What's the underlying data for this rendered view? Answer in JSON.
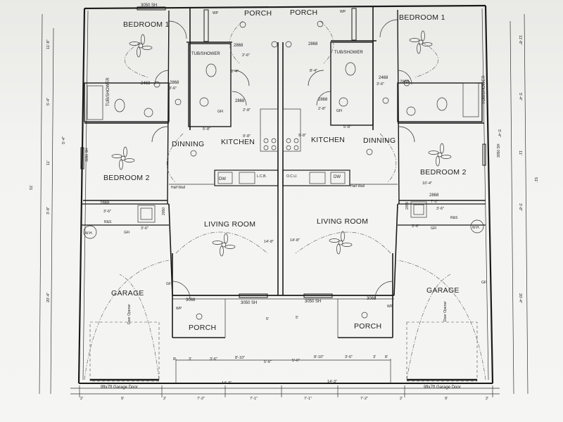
{
  "rooms": {
    "porch_top_left": "PORCH",
    "porch_top_right": "PORCH",
    "bedroom1_left": "BEDROOM 1",
    "bedroom1_right": "BEDROOM 1",
    "bedroom2_left": "BEDROOM 2",
    "bedroom2_right": "BEDROOM 2",
    "dinning_left": "DINNING",
    "dinning_right": "DINNING",
    "kitchen_left": "KITCHEN",
    "kitchen_right": "KITCHEN",
    "living_left": "LIVING ROOM",
    "living_right": "LIVING ROOM",
    "garage_left": "GARAGE",
    "garage_right": "GARAGE",
    "porch_bottom_left": "PORCH",
    "porch_bottom_right": "PORCH"
  },
  "fixtures": {
    "tub_shower": "TUB/SHOWER",
    "wh": "W.H.",
    "dw": "DW",
    "rs": "R&S",
    "gfi": "GFI",
    "wp": "WP",
    "half_wall": "Half Wall",
    "garage_door": "9ftx7ft Garage Door",
    "door_opener": "Door Opener",
    "lcb": "L.C.B.",
    "ocu": "O.C.U."
  },
  "windows": {
    "w3050": "3050 SH"
  },
  "doors": {
    "d2868": "2868",
    "d2468": "2468",
    "d2050": "2050",
    "d3068": "3068"
  },
  "dimensions": {
    "d2_6": "2'-6\"",
    "d3_6": "3'-6\"",
    "d5_8": "5'-8\"",
    "d8_4": "8'-4\"",
    "d9_8": "9'-8\"",
    "d2_8": "2'-8\"",
    "d10_4": "10'-4\"",
    "d7_2": "7'-2\"",
    "d14_8": "14'-8\"",
    "d5": "5'",
    "d8": "8'",
    "d3": "3'",
    "d8_10": "8'-10\"",
    "d5_6": "5'-6\"",
    "d14_3": "14'-3\"",
    "d9": "9'",
    "d2": "2'",
    "d7_1": "7'-1\"",
    "d11_8": "11'-8\"",
    "d5_4": "5'-4\"",
    "d11": "11'",
    "d51": "51'",
    "d3_8": "3'-8\"",
    "d20_4": "20'-4\""
  }
}
